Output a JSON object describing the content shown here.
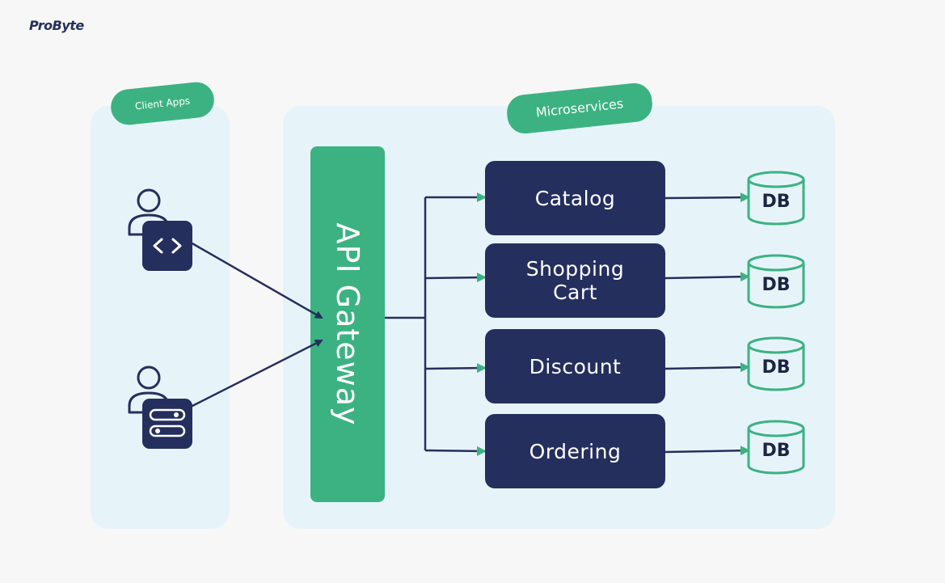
{
  "brand": {
    "logo_text": "ProByte"
  },
  "groups": {
    "client_apps": "Client Apps",
    "microservices": "Microservices"
  },
  "gateway": {
    "label": "API Gateway"
  },
  "services": [
    {
      "label": "Catalog"
    },
    {
      "label": "Shopping Cart"
    },
    {
      "label": "Discount"
    },
    {
      "label": "Ordering"
    }
  ],
  "databases": [
    {
      "label": "DB"
    },
    {
      "label": "DB"
    },
    {
      "label": "DB"
    },
    {
      "label": "DB"
    }
  ],
  "icons": {
    "client_1": "user-code-icon",
    "client_2": "user-server-icon",
    "database": "database-cylinder-icon"
  },
  "colors": {
    "navy": "#252f5e",
    "green": "#3cb282",
    "panel": "#e6f4fa",
    "background": "#f7f7f7"
  }
}
